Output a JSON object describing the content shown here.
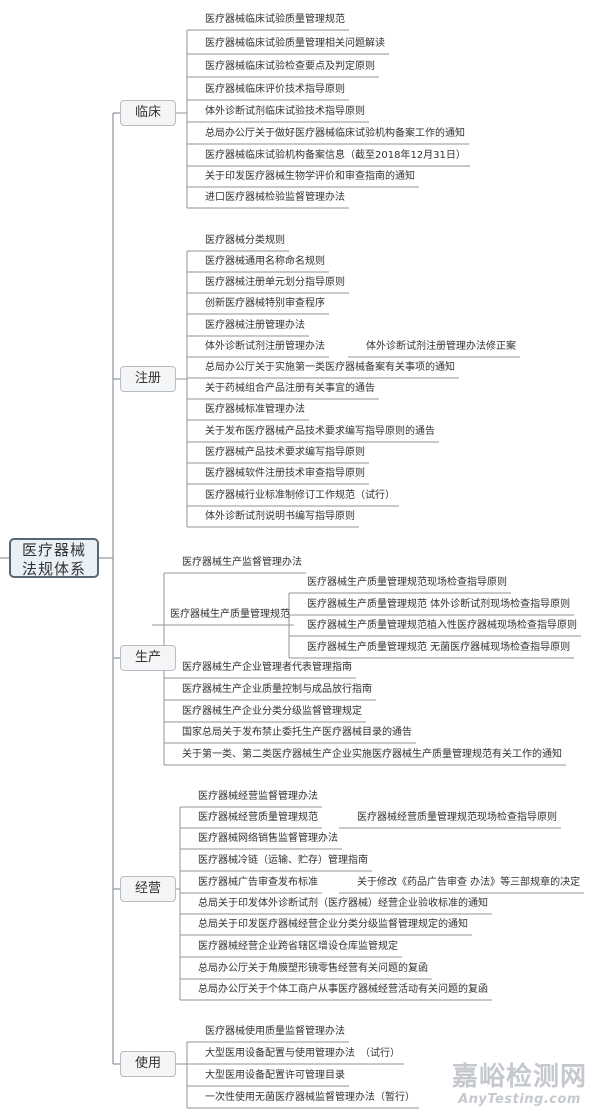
{
  "root": {
    "line1": "医疗器械",
    "line2": "法规体系"
  },
  "branches": [
    {
      "label": "临床",
      "items": [
        "医疗器械临床试验质量管理规范",
        "医疗器械临床试验质量管理相关问题解读",
        "医疗器械临床试验检查要点及判定原则",
        "医疗器械临床评价技术指导原则",
        "体外诊断试剂临床试验技术指导原则",
        "总局办公厅关于做好医疗器械临床试验机构备案工作的通知",
        "医疗器械临床试验机构备案信息（截至2018年12月31日）",
        "关于印发医疗器械生物学评价和审查指南的通知",
        "进口医疗器械检验监督管理办法"
      ]
    },
    {
      "label": "注册",
      "items": [
        "医疗器械分类规则",
        "医疗器械通用名称命名规则",
        "医疗器械注册单元划分指导原则",
        "创新医疗器械特别审查程序",
        "医疗器械注册管理办法",
        "体外诊断试剂注册管理办法",
        "总局办公厅关于实施第一类医疗器械备案有关事项的通知",
        "关于药械组合产品注册有关事宜的通告",
        "医疗器械标准管理办法",
        "关于发布医疗器械产品技术要求编写指导原则的通告",
        "医疗器械产品技术要求编写指导原则",
        "医疗器械软件注册技术审查指导原则",
        "医疗器械行业标准制修订工作规范（试行）",
        "体外诊断试剂说明书编写指导原则"
      ],
      "sub": {
        "体外诊断试剂注册管理办法": "体外诊断试剂注册管理办法修正案"
      }
    },
    {
      "label": "生产",
      "items": [
        "医疗器械生产监督管理办法",
        "医疗器械生产质量管理规范",
        "医疗器械生产企业管理者代表管理指南",
        "医疗器械生产企业质量控制与成品放行指南",
        "医疗器械生产企业分类分级监督管理规定",
        "国家总局关于发布禁止委托生产医疗器械目录的通告",
        "关于第一类、第二类医疗器械生产企业实施医疗器械生产质量管理规范有关工作的通知"
      ],
      "gmp_children": [
        "医疗器械生产质量管理规范现场检查指导原则",
        "医疗器械生产质量管理规范 体外诊断试剂现场检查指导原则",
        "医疗器械生产质量管理规范植入性医疗器械现场检查指导原则",
        "医疗器械生产质量管理规范 无菌医疗器械现场检查指导原则"
      ]
    },
    {
      "label": "经营",
      "items": [
        "医疗器械经营监督管理办法",
        "医疗器械经营质量管理规范",
        "医疗器械网络销售监督管理办法",
        "医疗器械冷链（运输、贮存）管理指南",
        "医疗器械广告审查发布标准",
        "总局关于印发体外诊断试剂（医疗器械）经营企业验收标准的通知",
        "总局关于印发医疗器械经营企业分类分级监督管理规定的通知",
        "医疗器械经营企业跨省辖区增设仓库监管规定",
        "总局办公厅关于角膜塑形镜零售经营有关问题的复函",
        "总局办公厅关于个体工商户从事医疗器械经营活动有关问题的复函"
      ],
      "sub": {
        "医疗器械经营质量管理规范": "医疗器械经营质量管理规范现场检查指导原则",
        "医疗器械广告审查发布标准": "关于修改《药品广告审查 办法》等三部规章的决定"
      }
    },
    {
      "label": "使用",
      "items": [
        "医疗器械使用质量监督管理办法",
        "大型医用设备配置与使用管理办法　（试行）",
        "大型医用设备配置许可管理目录",
        "一次性使用无菌医疗器械监督管理办法（暂行）"
      ]
    }
  ],
  "watermark": {
    "cn": "嘉峪检测网",
    "en": "AnyTesting.com"
  },
  "colors": {
    "line": "#8e959b",
    "root_bg": "#e9f1f7",
    "root_border": "#5a6670",
    "branch_bg": "#f4f5f6"
  }
}
